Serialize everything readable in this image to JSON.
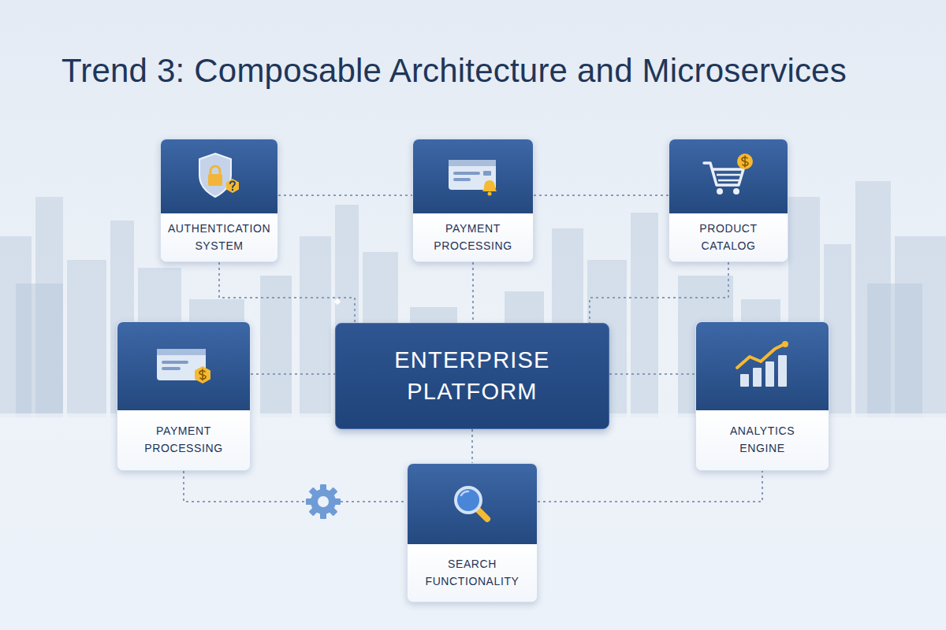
{
  "diagram": {
    "title": "Trend 3: Composable Architecture and Microservices",
    "nodes": [
      {
        "text": [
          "AUTHENTICATION SYSTEM"
        ]
      },
      {
        "text": [
          "PAYMENT PROCESSING"
        ]
      },
      {
        "text": [
          "PRODUCT CATALOG"
        ]
      },
      {
        "text": [
          "PAYMENT PROCESSING"
        ]
      },
      {
        "text": [
          "ENTERPRISE PLATFORM"
        ]
      },
      {
        "text": [
          "ANALYTICS ENGINE"
        ]
      },
      {
        "text": [
          "SEARCH FUNCTIONALITY"
        ]
      }
    ],
    "edges": [
      {
        "from": 0,
        "to": 1,
        "arrow": "none"
      },
      {
        "from": 1,
        "to": 2,
        "arrow": "none"
      },
      {
        "from": 0,
        "to": 4,
        "arrow": "none"
      },
      {
        "from": 1,
        "to": 4,
        "arrow": "none"
      },
      {
        "from": 2,
        "to": 4,
        "arrow": "none"
      },
      {
        "from": 3,
        "to": 4,
        "arrow": "none"
      },
      {
        "from": 4,
        "to": 5,
        "arrow": "none"
      },
      {
        "from": 4,
        "to": 6,
        "arrow": "none"
      },
      {
        "from": 3,
        "to": 6,
        "arrow": "none"
      },
      {
        "from": 6,
        "to": 5,
        "arrow": "none"
      }
    ]
  }
}
